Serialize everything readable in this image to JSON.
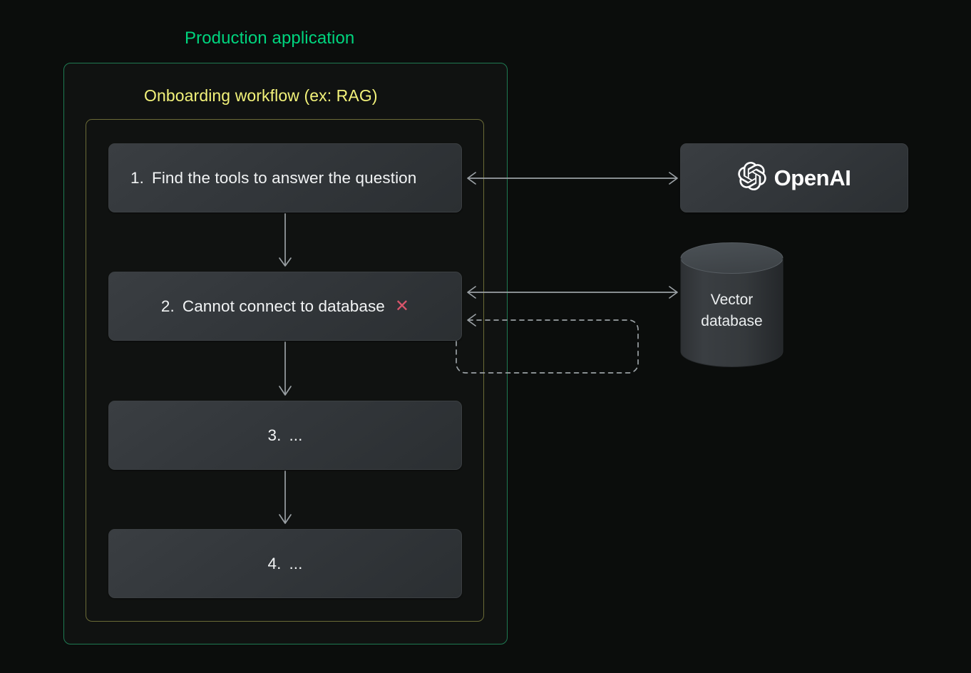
{
  "diagram": {
    "outer_container": {
      "label": "Production application",
      "border_color": "#1f7a52",
      "label_color": "#00d47e"
    },
    "inner_container": {
      "label": "Onboarding workflow (ex: RAG)",
      "border_color": "#6b6b37",
      "label_color": "#f2f27a"
    },
    "steps": [
      {
        "number": "1.",
        "text": "Find the tools to answer the question",
        "status": "ok"
      },
      {
        "number": "2.",
        "text": "Cannot connect to database",
        "status": "error",
        "error_glyph": "✕",
        "error_color": "#d9556b"
      },
      {
        "number": "3.",
        "text": "...",
        "status": "pending"
      },
      {
        "number": "4.",
        "text": "...",
        "status": "pending"
      }
    ],
    "services": [
      {
        "id": "openai",
        "label": "OpenAI",
        "icon": "openai-blossom-icon"
      },
      {
        "id": "vector-db",
        "label_line1": "Vector",
        "label_line2": "database",
        "icon": "database-cylinder-icon"
      }
    ],
    "connectors": [
      {
        "id": "step1-openai",
        "style": "solid",
        "arrows": "both"
      },
      {
        "id": "step2-vectordb",
        "style": "solid",
        "arrows": "both"
      },
      {
        "id": "retry-loop",
        "style": "dashed",
        "arrows": "left"
      },
      {
        "id": "step1-step2",
        "style": "solid",
        "arrows": "down"
      },
      {
        "id": "step2-step3",
        "style": "solid",
        "arrows": "down"
      },
      {
        "id": "step3-step4",
        "style": "solid",
        "arrows": "down"
      }
    ],
    "colors": {
      "background": "#0b0d0c",
      "step_fill": "#33373b",
      "connector": "#9aa0a4"
    }
  }
}
